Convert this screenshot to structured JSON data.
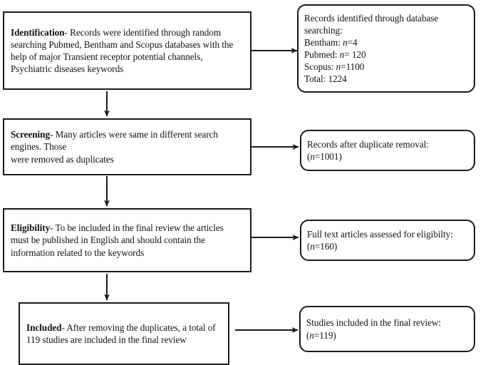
{
  "diagram": {
    "title": "PRISMA study selection flow diagram",
    "type": "flowchart",
    "background_color": "#ffffff",
    "line_color": "#1a1a1a",
    "stages": [
      {
        "id": "identification",
        "label": "Identification",
        "separator": "- ",
        "body": "Records were identified through random searching Pubmed, Bentham and Scopus databases with the help of major Transient receptor potential channels, Psychiatric diseases keywords"
      },
      {
        "id": "screening",
        "label": "Screening",
        "separator": "- ",
        "body_line_1": "Many articles were same in different search engines. Those",
        "body_line_2": "were removed as duplicates"
      },
      {
        "id": "eligibility",
        "label": "Eligibility",
        "separator": "- ",
        "body": "To be included in the final review the articles must be published in English and should contain the information related to the keywords"
      },
      {
        "id": "included",
        "label": "Included",
        "separator": "- ",
        "body": "After removing the duplicates, a total of 119 studies are included in the final review"
      }
    ],
    "results": [
      {
        "id": "records-identified",
        "heading": "Records identified through database searching:",
        "rows": [
          {
            "source": "Bentham: ",
            "n_label": "n",
            "n_value": "=4"
          },
          {
            "source": "Pubmed: ",
            "n_label": "n",
            "n_value": "= 120"
          },
          {
            "source": "Scopus: ",
            "n_label": "n",
            "n_value": "=1100"
          }
        ],
        "total": "Total: 1224"
      },
      {
        "id": "records-after-duplicate-removal",
        "heading": "Records after duplicate removal:",
        "count_prefix": "(",
        "n_label": "n",
        "count_value": "=1001)"
      },
      {
        "id": "full-text-assessed",
        "heading": "Full text articles assessed for eligibilty:",
        "count_prefix": "(",
        "n_label": "n",
        "count_value": "=160)"
      },
      {
        "id": "studies-included",
        "heading": "Studies included in the final review:",
        "count_prefix": "(",
        "n_label": "n",
        "count_value": "=119)"
      }
    ],
    "counts": {
      "bentham": 4,
      "pubmed": 120,
      "scopus": 1100,
      "total_identified": 1224,
      "after_duplicate_removal": 1001,
      "full_text_assessed": 160,
      "included": 119
    }
  }
}
